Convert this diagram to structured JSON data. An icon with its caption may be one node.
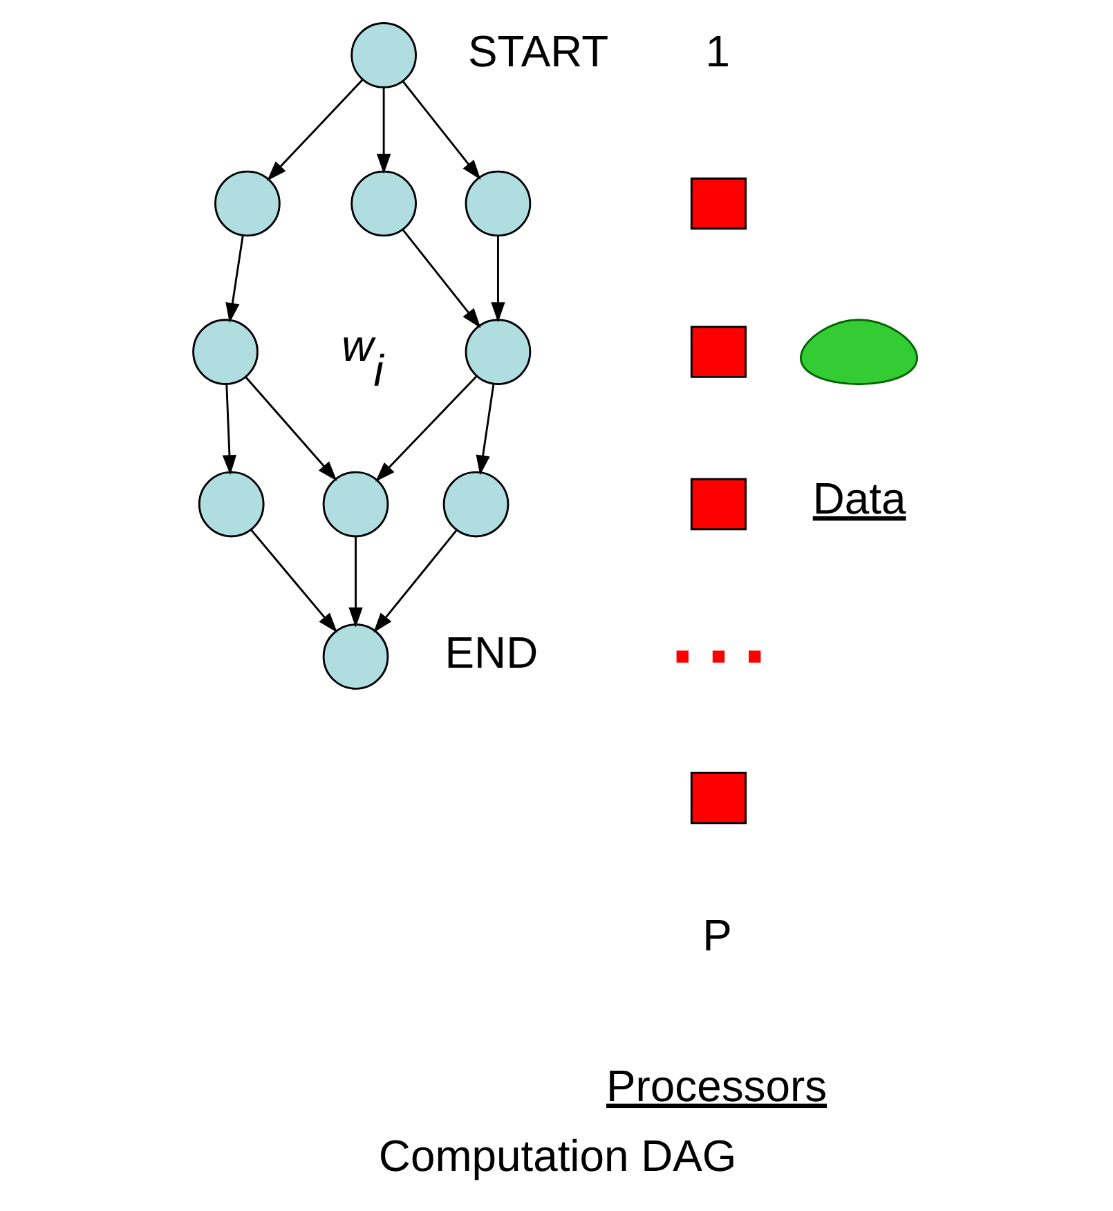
{
  "diagram": {
    "caption": "Computation DAG",
    "nodes": [
      {
        "text": [],
        "shape": "circle",
        "beside": [
          "START"
        ]
      },
      {
        "text": [],
        "shape": "circle"
      },
      {
        "text": [],
        "shape": "circle"
      },
      {
        "text": [],
        "shape": "circle"
      },
      {
        "text": [],
        "shape": "circle",
        "beside": [
          "w$_{i}$"
        ]
      },
      {
        "text": [],
        "shape": "circle"
      },
      {
        "text": [],
        "shape": "circle"
      },
      {
        "text": [],
        "shape": "circle"
      },
      {
        "text": [],
        "shape": "circle"
      },
      {
        "text": [],
        "shape": "circle",
        "beside": [
          "END"
        ]
      },
      {
        "text": [],
        "shape": "box"
      },
      {
        "text": [],
        "shape": "box"
      },
      {
        "text": [],
        "shape": "box"
      },
      {
        "text": [],
        "shape": "dots"
      },
      {
        "text": [],
        "shape": "box"
      },
      {
        "text": [],
        "shape": "cloud"
      }
    ],
    "edges": [
      {
        "from": 0,
        "to": 1,
        "arrow": "to"
      },
      {
        "from": 0,
        "to": 2,
        "arrow": "to"
      },
      {
        "from": 0,
        "to": 3,
        "arrow": "to"
      },
      {
        "from": 1,
        "to": 4,
        "arrow": "to"
      },
      {
        "from": 2,
        "to": 5,
        "arrow": "to"
      },
      {
        "from": 3,
        "to": 5,
        "arrow": "to"
      },
      {
        "from": 4,
        "to": 6,
        "arrow": "to"
      },
      {
        "from": 4,
        "to": 7,
        "arrow": "to"
      },
      {
        "from": 5,
        "to": 7,
        "arrow": "to"
      },
      {
        "from": 5,
        "to": 8,
        "arrow": "to"
      },
      {
        "from": 6,
        "to": 9,
        "arrow": "to"
      },
      {
        "from": 7,
        "to": 9,
        "arrow": "to"
      },
      {
        "from": 8,
        "to": 9,
        "arrow": "to"
      }
    ],
    "labels": [
      "1",
      "P",
      "Processors",
      "Data"
    ]
  }
}
